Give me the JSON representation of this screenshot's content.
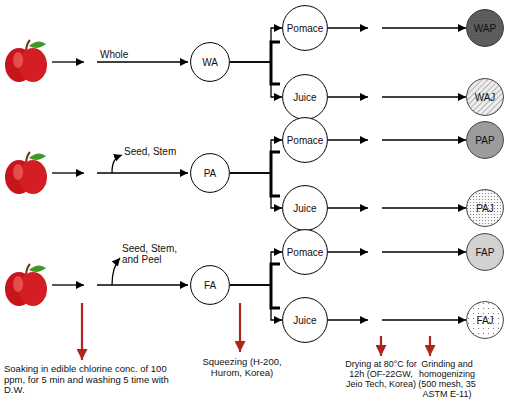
{
  "diagram": {
    "nodes": [
      {
        "text": [
          "WA"
        ]
      },
      {
        "text": [
          "Pomace"
        ]
      },
      {
        "text": [
          "Juice"
        ]
      },
      {
        "text": [
          "WAP"
        ]
      },
      {
        "text": [
          "WAJ"
        ]
      },
      {
        "text": [
          "PA"
        ]
      },
      {
        "text": [
          "Pomace"
        ]
      },
      {
        "text": [
          "Juice"
        ]
      },
      {
        "text": [
          "PAP"
        ]
      },
      {
        "text": [
          "PAJ"
        ]
      },
      {
        "text": [
          "FA"
        ]
      },
      {
        "text": [
          "Pomace"
        ]
      },
      {
        "text": [
          "Juice"
        ]
      },
      {
        "text": [
          "FAP"
        ]
      },
      {
        "text": [
          "FAJ"
        ]
      }
    ],
    "edges": [
      {
        "from": 0,
        "to": 1,
        "arrow": "to"
      },
      {
        "from": 0,
        "to": 2,
        "arrow": "to"
      },
      {
        "from": 1,
        "to": 3,
        "arrow": "to"
      },
      {
        "from": 2,
        "to": 4,
        "arrow": "to"
      },
      {
        "from": 5,
        "to": 6,
        "arrow": "to"
      },
      {
        "from": 5,
        "to": 7,
        "arrow": "to"
      },
      {
        "from": 6,
        "to": 8,
        "arrow": "to"
      },
      {
        "from": 7,
        "to": 9,
        "arrow": "to"
      },
      {
        "from": 10,
        "to": 11,
        "arrow": "to"
      },
      {
        "from": 10,
        "to": 12,
        "arrow": "to"
      },
      {
        "from": 11,
        "to": 13,
        "arrow": "to"
      },
      {
        "from": 12,
        "to": 14,
        "arrow": "to"
      }
    ],
    "labels": [
      "Whole",
      "Seed, Stem",
      "Seed, Stem, and Peel",
      "Soaking in edible chlorine conc. of 100 ppm, for 5 min and washing 5 time with D.W.",
      "Squeezing (H-200, Hurom, Korea)",
      "Drying at 80°C for 12h (OF-22GW, Jeio Tech, Korea)",
      "Grinding and homogenizing (500 mesh, 35 ASTM E-11)"
    ]
  }
}
